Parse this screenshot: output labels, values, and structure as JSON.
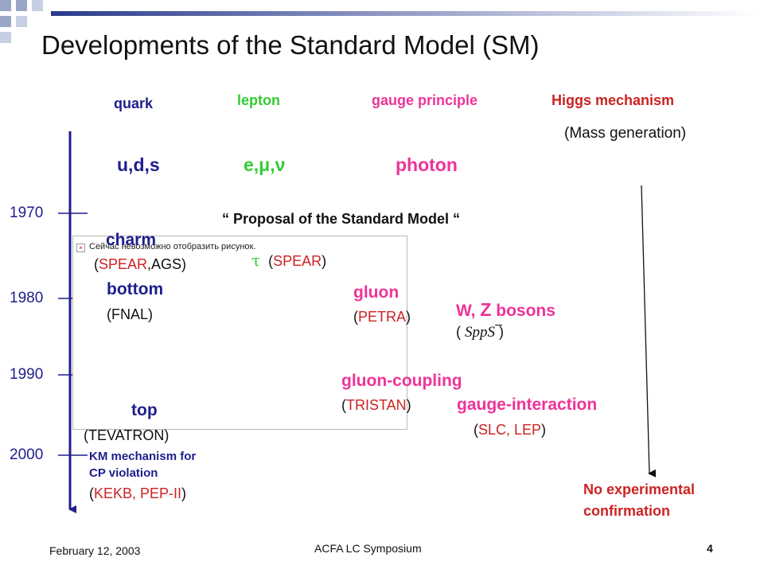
{
  "slide": {
    "title": "Developments of the Standard Model (SM)",
    "footer": {
      "date": "February 12, 2003",
      "center": "ACFA LC Symposium",
      "page": "4"
    }
  },
  "columns": {
    "quark": "quark",
    "lepton": "lepton",
    "gauge": "gauge principle",
    "higgs": "Higgs mechanism",
    "higgs_sub": "(Mass generation)"
  },
  "timeline": {
    "years": [
      "1970",
      "1980",
      "1990",
      "2000"
    ]
  },
  "early": {
    "quarks": "u,d,s",
    "leptons": "e,μ,ν",
    "photon": "photon"
  },
  "proposal": "“ Proposal of the Standard Model “",
  "broken_image": {
    "text": "Сейчас невозможно отобразить рисунок."
  },
  "entries": {
    "charm": {
      "name": "charm",
      "lab1": "SPEAR",
      "lab2": ",AGS"
    },
    "tau": {
      "symbol": "τ",
      "lab": "SPEAR"
    },
    "bottom": {
      "name": "bottom",
      "lab": "FNAL"
    },
    "gluon": {
      "name": "gluon",
      "lab": "PETRA"
    },
    "wz": {
      "name_a": "W, ",
      "name_z": "Z",
      "name_b": " bosons",
      "collider": "SppS"
    },
    "gluon_coupling": {
      "name": "gluon-coupling",
      "lab": "TRISTAN"
    },
    "gauge_interaction": {
      "name": "gauge-interaction",
      "lab": "SLC, LEP"
    },
    "top": {
      "name": "top",
      "lab": "TEVATRON"
    },
    "km": {
      "line1": "KM mechanism for",
      "line2": "CP violation",
      "lab": "KEKB, PEP-II"
    }
  },
  "higgs_note": {
    "line1": "No experimental",
    "line2": "confirmation"
  },
  "colors": {
    "navy": "#1e1e8c",
    "green": "#33cc33",
    "pink": "#ee3399",
    "red": "#cc2222"
  }
}
